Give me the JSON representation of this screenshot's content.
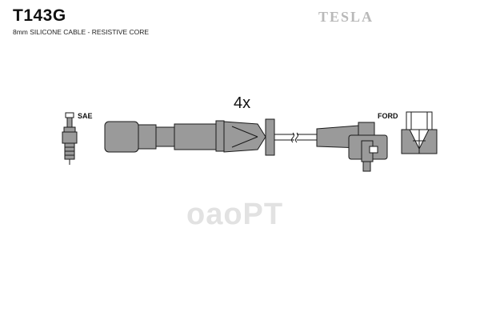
{
  "header": {
    "part_number": "T143G",
    "subtitle": "8mm SILICONE CABLE - RESISTIVE CORE",
    "brand": "TESLA"
  },
  "diagram": {
    "quantity_label": "4x",
    "left_connector_label": "SAE",
    "right_connector_label": "FORD",
    "stroke_color": "#1a1a1a",
    "fill_color": "#9a9a9a"
  },
  "watermark": {
    "text": "oaoPT"
  }
}
